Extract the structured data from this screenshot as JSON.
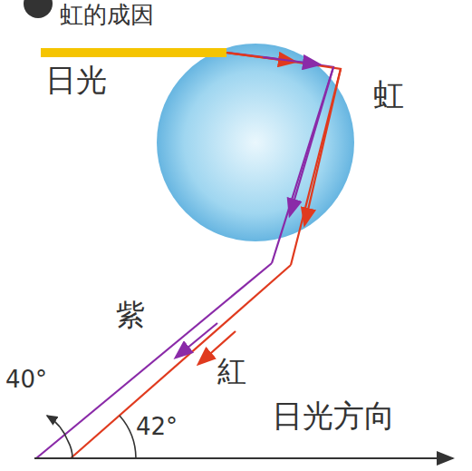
{
  "diagram": {
    "title": "虹的成因",
    "labels": [
      "日光",
      "虹",
      "紫",
      "紅",
      "40°",
      "42°",
      "日光方向"
    ]
  }
}
